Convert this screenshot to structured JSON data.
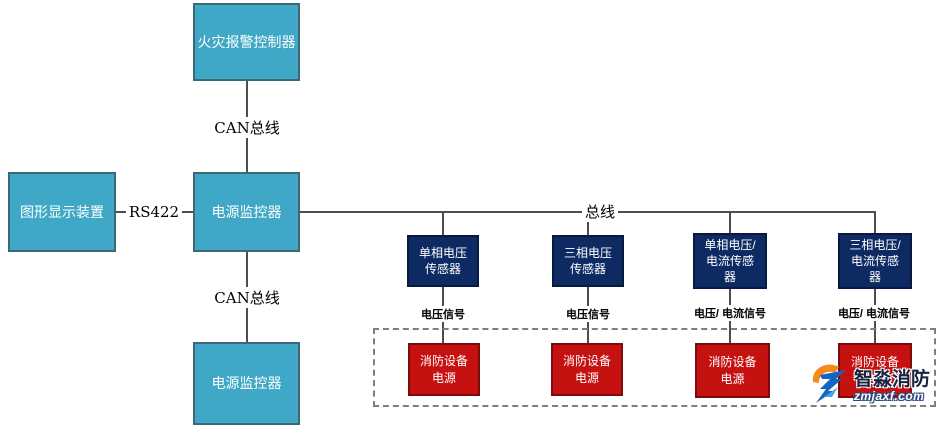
{
  "colors": {
    "teal": "#3fa8c6",
    "teal-border": "#3e6875",
    "navy": "#0e2a63",
    "navy-border": "#081a3f",
    "red": "#c61111",
    "red-border": "#7e0b0b",
    "line": "#4d4d4d",
    "dash": "#7f7f7f",
    "wm-blue": "#1565c0",
    "wm-orange": "#f28a1e"
  },
  "nodes": {
    "fire_alarm_controller": "火灾报警控制器",
    "graphic_display": "图形显示装置",
    "power_monitor_main": "电源监控器",
    "power_monitor_secondary": "电源监控器"
  },
  "links": {
    "can_bus_top": "CAN总线",
    "rs422": "RS422",
    "can_bus_bottom": "CAN总线",
    "bus": "总线"
  },
  "sensors": [
    {
      "label": "单相电压\n传感器",
      "signal": "电压信号"
    },
    {
      "label": "三相电压\n传感器",
      "signal": "电压信号"
    },
    {
      "label": "单相电压/\n电流传感\n器",
      "signal": "电压/ 电流信号"
    },
    {
      "label": "三相电压/\n电流传感\n器",
      "signal": "电压/ 电流信号"
    }
  ],
  "power_supplies": [
    {
      "label": "消防设备\n电源"
    },
    {
      "label": "消防设备\n电源"
    },
    {
      "label": "消防设备\n电源"
    },
    {
      "label": "消防设备\n电源"
    }
  ],
  "watermark": {
    "brand": "智淼消防",
    "url": "zmjaxf.com"
  }
}
